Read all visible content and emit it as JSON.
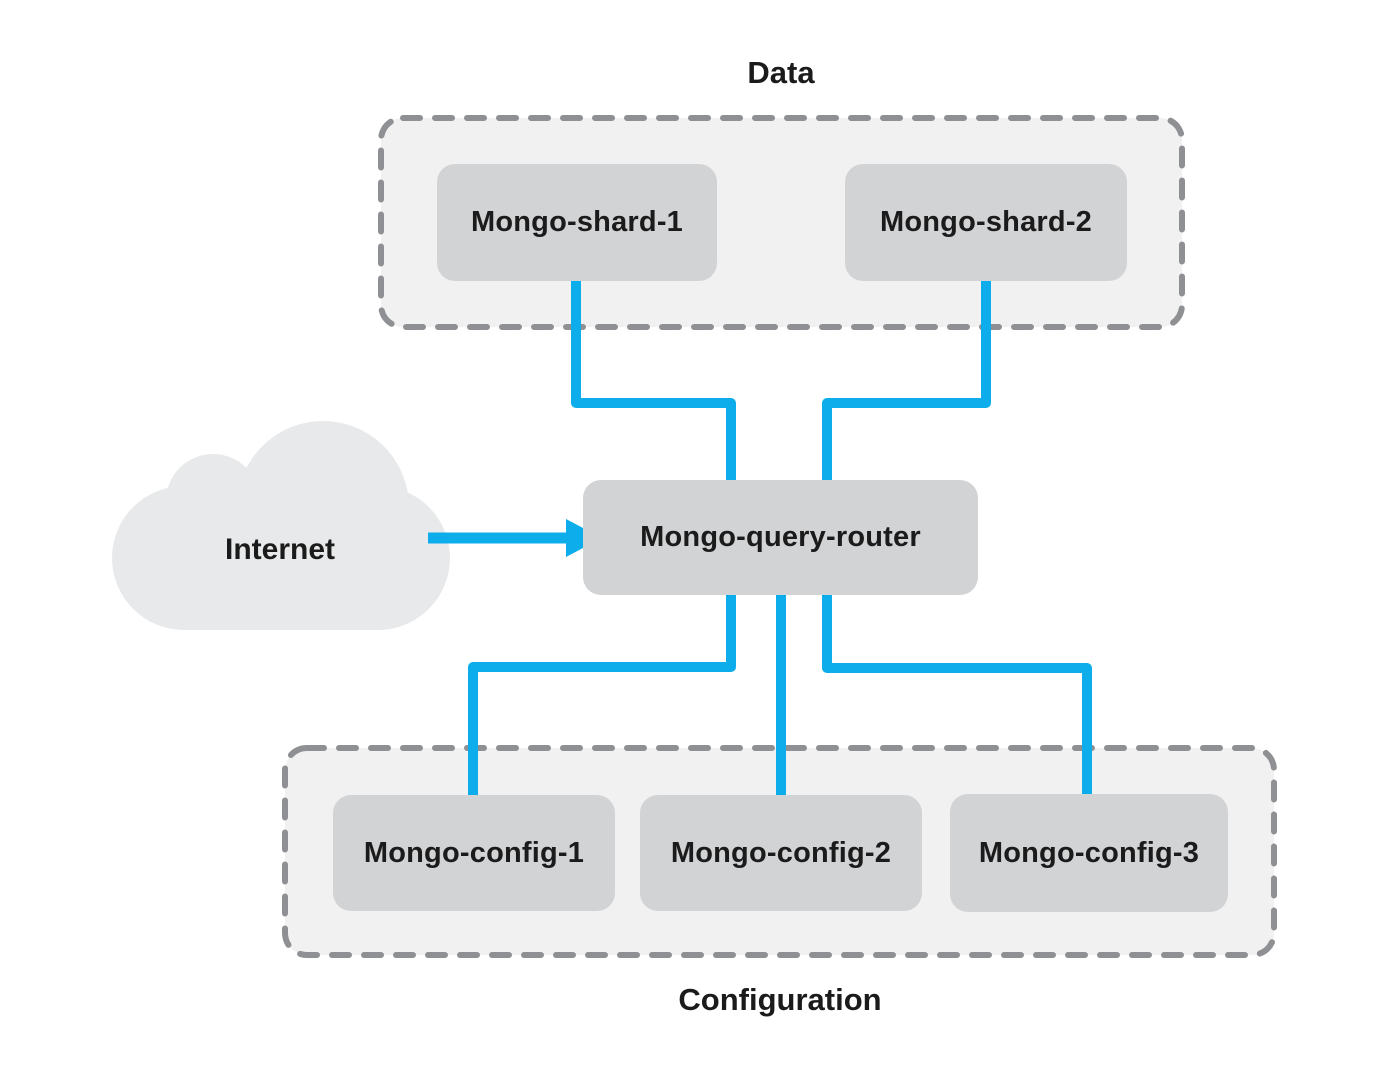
{
  "diagram": {
    "groups": [
      {
        "id": "data",
        "label": "Data",
        "label_position": "top"
      },
      {
        "id": "configuration",
        "label": "Configuration",
        "label_position": "bottom"
      }
    ],
    "nodes": [
      {
        "id": "internet",
        "label": "Internet",
        "shape": "cloud",
        "group": null
      },
      {
        "id": "mongo-shard-1",
        "label": "Mongo-shard-1",
        "shape": "box",
        "group": "data"
      },
      {
        "id": "mongo-shard-2",
        "label": "Mongo-shard-2",
        "shape": "box",
        "group": "data"
      },
      {
        "id": "mongo-query-router",
        "label": "Mongo-query-router",
        "shape": "box",
        "group": null
      },
      {
        "id": "mongo-config-1",
        "label": "Mongo-config-1",
        "shape": "box",
        "group": "configuration"
      },
      {
        "id": "mongo-config-2",
        "label": "Mongo-config-2",
        "shape": "box",
        "group": "configuration"
      },
      {
        "id": "mongo-config-3",
        "label": "Mongo-config-3",
        "shape": "box",
        "group": "configuration"
      }
    ],
    "edges": [
      {
        "from": "internet",
        "to": "mongo-query-router",
        "style": "arrow"
      },
      {
        "from": "mongo-shard-1",
        "to": "mongo-query-router",
        "style": "elbow"
      },
      {
        "from": "mongo-shard-2",
        "to": "mongo-query-router",
        "style": "elbow"
      },
      {
        "from": "mongo-query-router",
        "to": "mongo-config-1",
        "style": "elbow"
      },
      {
        "from": "mongo-query-router",
        "to": "mongo-config-2",
        "style": "straight"
      },
      {
        "from": "mongo-query-router",
        "to": "mongo-config-3",
        "style": "elbow"
      }
    ],
    "colors": {
      "connector_blue": "#0DADEC",
      "node_fill": "#D2D3D5",
      "group_fill": "#F1F1F2",
      "group_border": "#8E9093",
      "cloud_fill": "#E8E9EA",
      "text": "#1B1B1B",
      "background": "#FFFFFF"
    }
  }
}
